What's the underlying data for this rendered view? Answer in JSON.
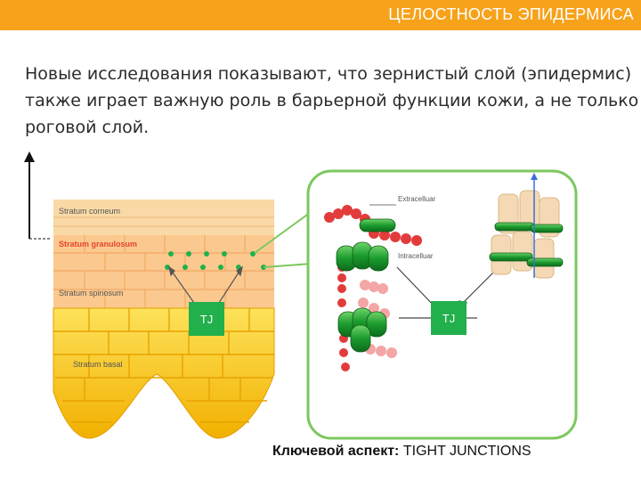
{
  "header": {
    "title": "ЦЕЛОСТНОСТЬ ЭПИДЕРМИСА"
  },
  "intro_text": "Новые исследования показывают, что зернистый слой (эпидермис) также играет важную роль в барьерной функции кожи, а не только роговой слой.",
  "layers": {
    "corneum": "Stratum corneum",
    "granulosum": "Stratum granulosum",
    "spinosum": "Stratum spinosum",
    "basal": "Stratum basal"
  },
  "tj_label": "TJ",
  "detail": {
    "extracellular": "Extracelluar",
    "intracellular": "Intracelluar"
  },
  "caption": {
    "prefix": "Ключевой аспект:",
    "value": "TIGHT JUNCTIONS"
  },
  "colors": {
    "accent": "#f7a21b",
    "tj_green": "#21b04b",
    "callout_border": "#7cc85f",
    "granulosum_label": "#e8442a",
    "basal_yellow": "#f7c61a"
  }
}
